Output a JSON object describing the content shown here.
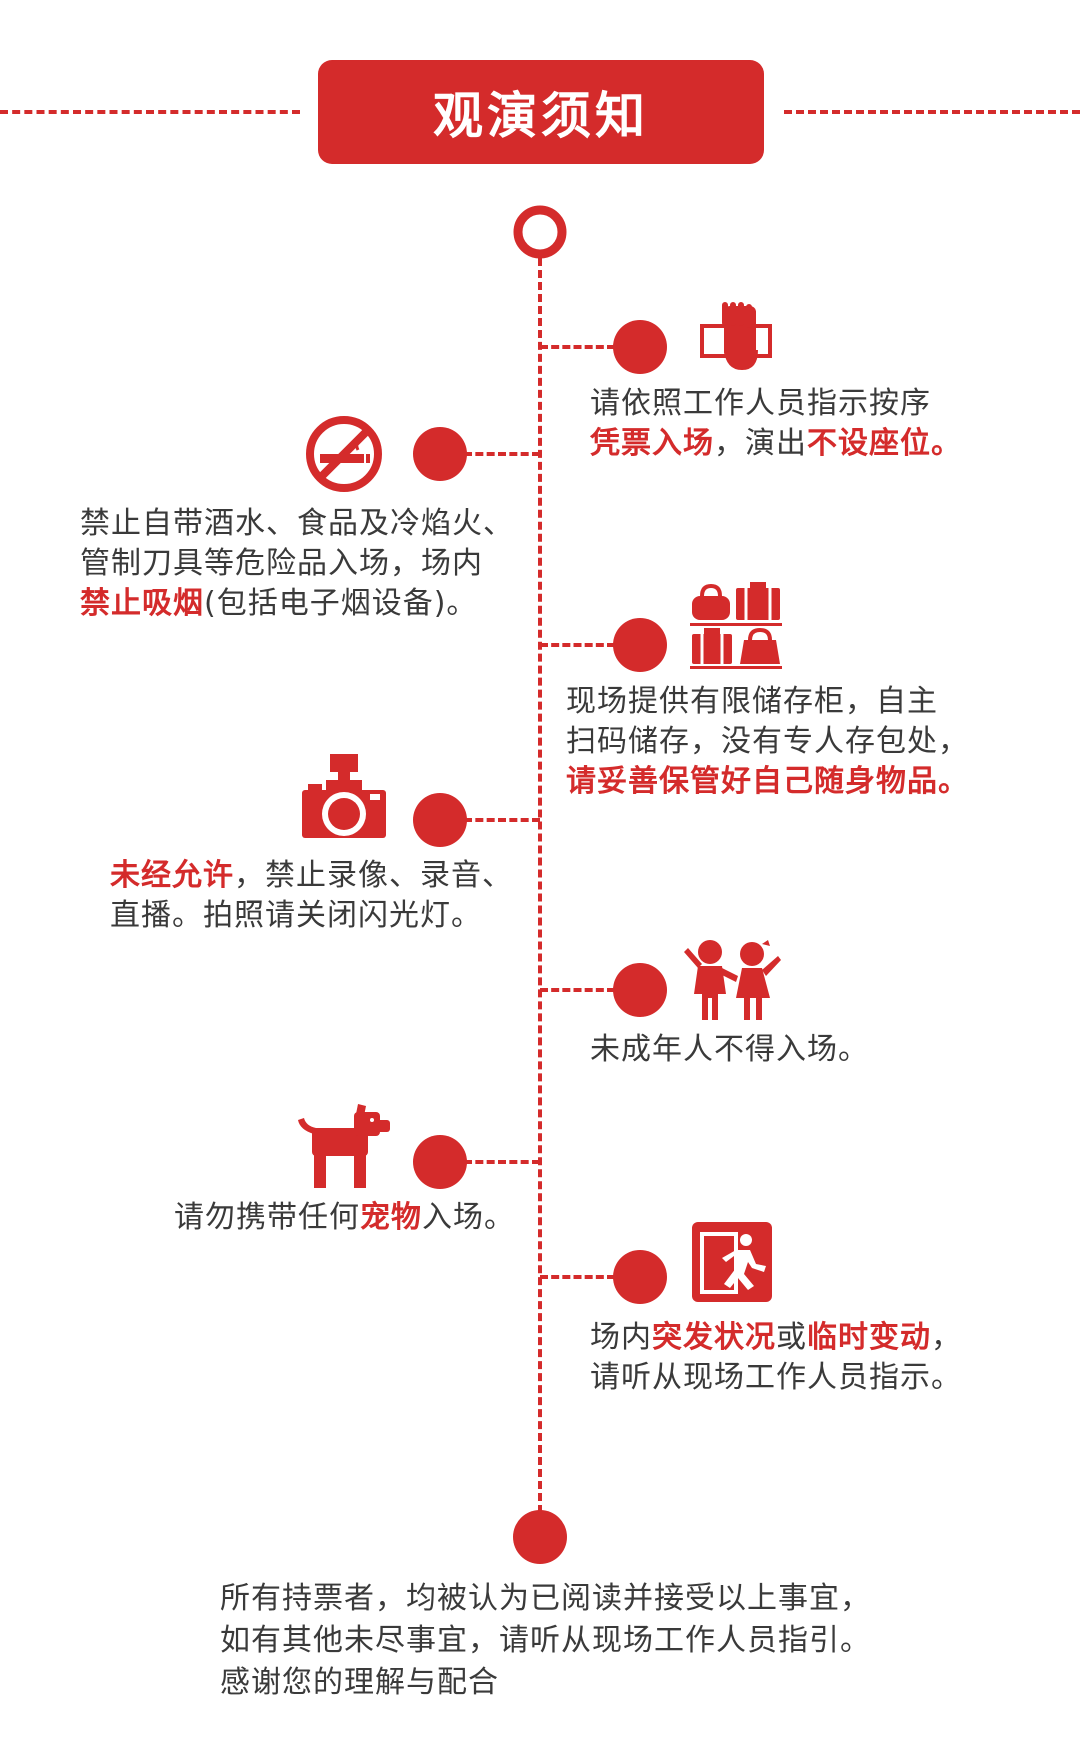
{
  "title": "观演须知",
  "items": [
    {
      "side": "right",
      "icon": "hand-ticket-icon",
      "lines": [
        [
          {
            "t": "请依照工作人员指示按序"
          }
        ],
        [
          {
            "t": "凭票入场",
            "h": true
          },
          {
            "t": "，演出"
          },
          {
            "t": "不设座位",
            "h": true
          },
          {
            "t": "。",
            "h": true
          }
        ]
      ]
    },
    {
      "side": "left",
      "icon": "no-smoking-icon",
      "lines": [
        [
          {
            "t": "禁止自带酒水、食品及冷焰火、"
          }
        ],
        [
          {
            "t": "管制刀具等危险品入场，场内"
          }
        ],
        [
          {
            "t": "禁止吸烟",
            "h": true
          },
          {
            "t": "(包括电子烟设备)。"
          }
        ]
      ]
    },
    {
      "side": "right",
      "icon": "luggage-icon",
      "lines": [
        [
          {
            "t": "现场提供有限储存柜，自主"
          }
        ],
        [
          {
            "t": "扫码储存，没有专人存包处，"
          }
        ],
        [
          {
            "t": "请妥善保管好自己随身物品。",
            "h": true
          }
        ]
      ]
    },
    {
      "side": "left",
      "icon": "camera-icon",
      "lines": [
        [
          {
            "t": "未经允许",
            "h": true
          },
          {
            "t": "，禁止录像、录音、"
          }
        ],
        [
          {
            "t": "直播。拍照请关闭闪光灯。"
          }
        ]
      ]
    },
    {
      "side": "right",
      "icon": "children-icon",
      "lines": [
        [
          {
            "t": "未成年人不得入场。"
          }
        ]
      ]
    },
    {
      "side": "left",
      "icon": "dog-icon",
      "lines": [
        [
          {
            "t": "请勿携带任何"
          },
          {
            "t": "宠物",
            "h": true
          },
          {
            "t": "入场。"
          }
        ]
      ]
    },
    {
      "side": "right",
      "icon": "emergency-exit-icon",
      "lines": [
        [
          {
            "t": "场内"
          },
          {
            "t": "突发状况",
            "h": true
          },
          {
            "t": "或"
          },
          {
            "t": "临时变动",
            "h": true
          },
          {
            "t": "，"
          }
        ],
        [
          {
            "t": "请听从现场工作人员指示。"
          }
        ]
      ]
    }
  ],
  "footer": {
    "lines": [
      "所有持票者，均被认为已阅读并接受以上事宜，",
      "如有其他未尽事宜，请听从现场工作人员指引。",
      "感谢您的理解与配合"
    ]
  },
  "colors": {
    "accent": "#d42b2b",
    "text": "#3a3a3a",
    "background": "#ffffff"
  }
}
